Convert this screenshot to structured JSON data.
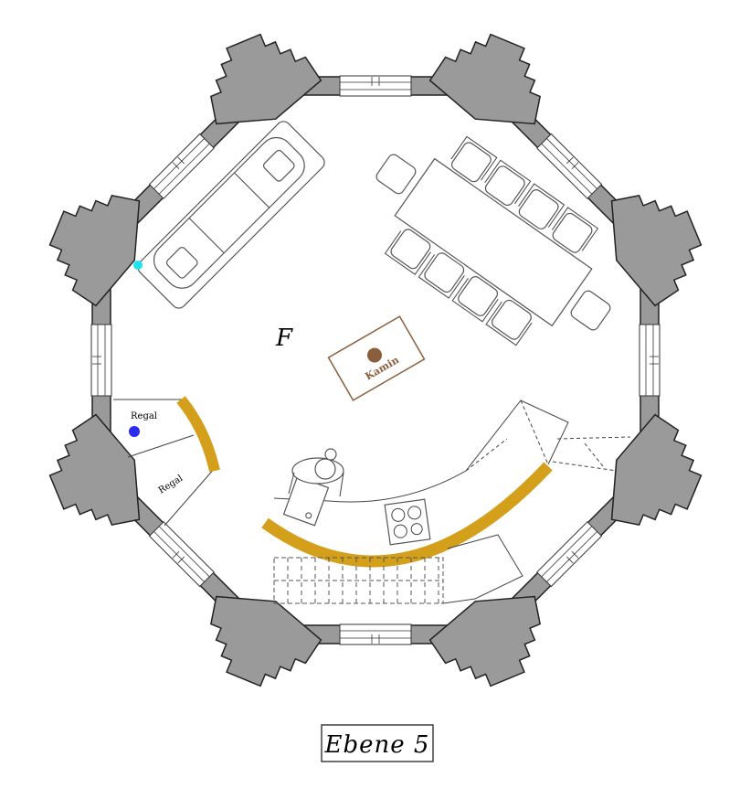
{
  "plan": {
    "room_letter": "F",
    "fireplace_label": "Kamin",
    "shelf_labels": [
      "Regal",
      "Regal"
    ],
    "level_label": "Ebene 5"
  },
  "colors": {
    "wall": "#9a9a9a",
    "counter": "#d4a01c",
    "fireplace": "#8b5e3c",
    "marker_blue": "#2b2bf0",
    "marker_cyan": "#22e0f0"
  }
}
